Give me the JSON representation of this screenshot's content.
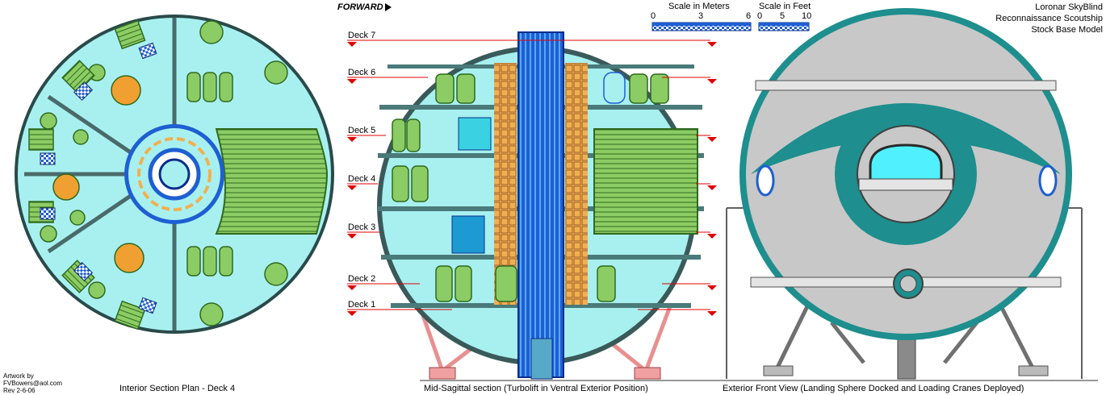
{
  "header": {
    "forward_label": "FORWARD",
    "scale_meters_title": "Scale in Meters",
    "scale_meters_ticks": [
      "0",
      "3",
      "6"
    ],
    "scale_feet_title": "Scale in Feet",
    "scale_feet_ticks": [
      "0",
      "5",
      "10"
    ],
    "title_lines": [
      "Loronar SkyBlind",
      "Reconnaissance Scoutship",
      "Stock Base Model"
    ]
  },
  "decks": [
    "Deck 7",
    "Deck 6",
    "Deck 5",
    "Deck 4",
    "Deck 3",
    "Deck 2",
    "Deck 1"
  ],
  "captions": {
    "plan": "Interior Section Plan - Deck 4",
    "section": "Mid-Sagittal section (Turbolift in Ventral Exterior Position)",
    "front": "Exterior Front View (Landing Sphere Docked and Loading Cranes Deployed)"
  },
  "credits": {
    "line1": "Artwork by",
    "line2": "FVBowers@aol.com",
    "line3": "Rev 2-6-06"
  },
  "colors": {
    "hull_teal": "#1e8e8e",
    "hull_gray": "#c8c8c8",
    "interior_cyan": "#a8f0f0",
    "equipment_green": "#8ccc64",
    "lift_blue": "#1e5fd2",
    "crate_orange": "#f0b050",
    "deck_marker_red": "#e00000"
  }
}
